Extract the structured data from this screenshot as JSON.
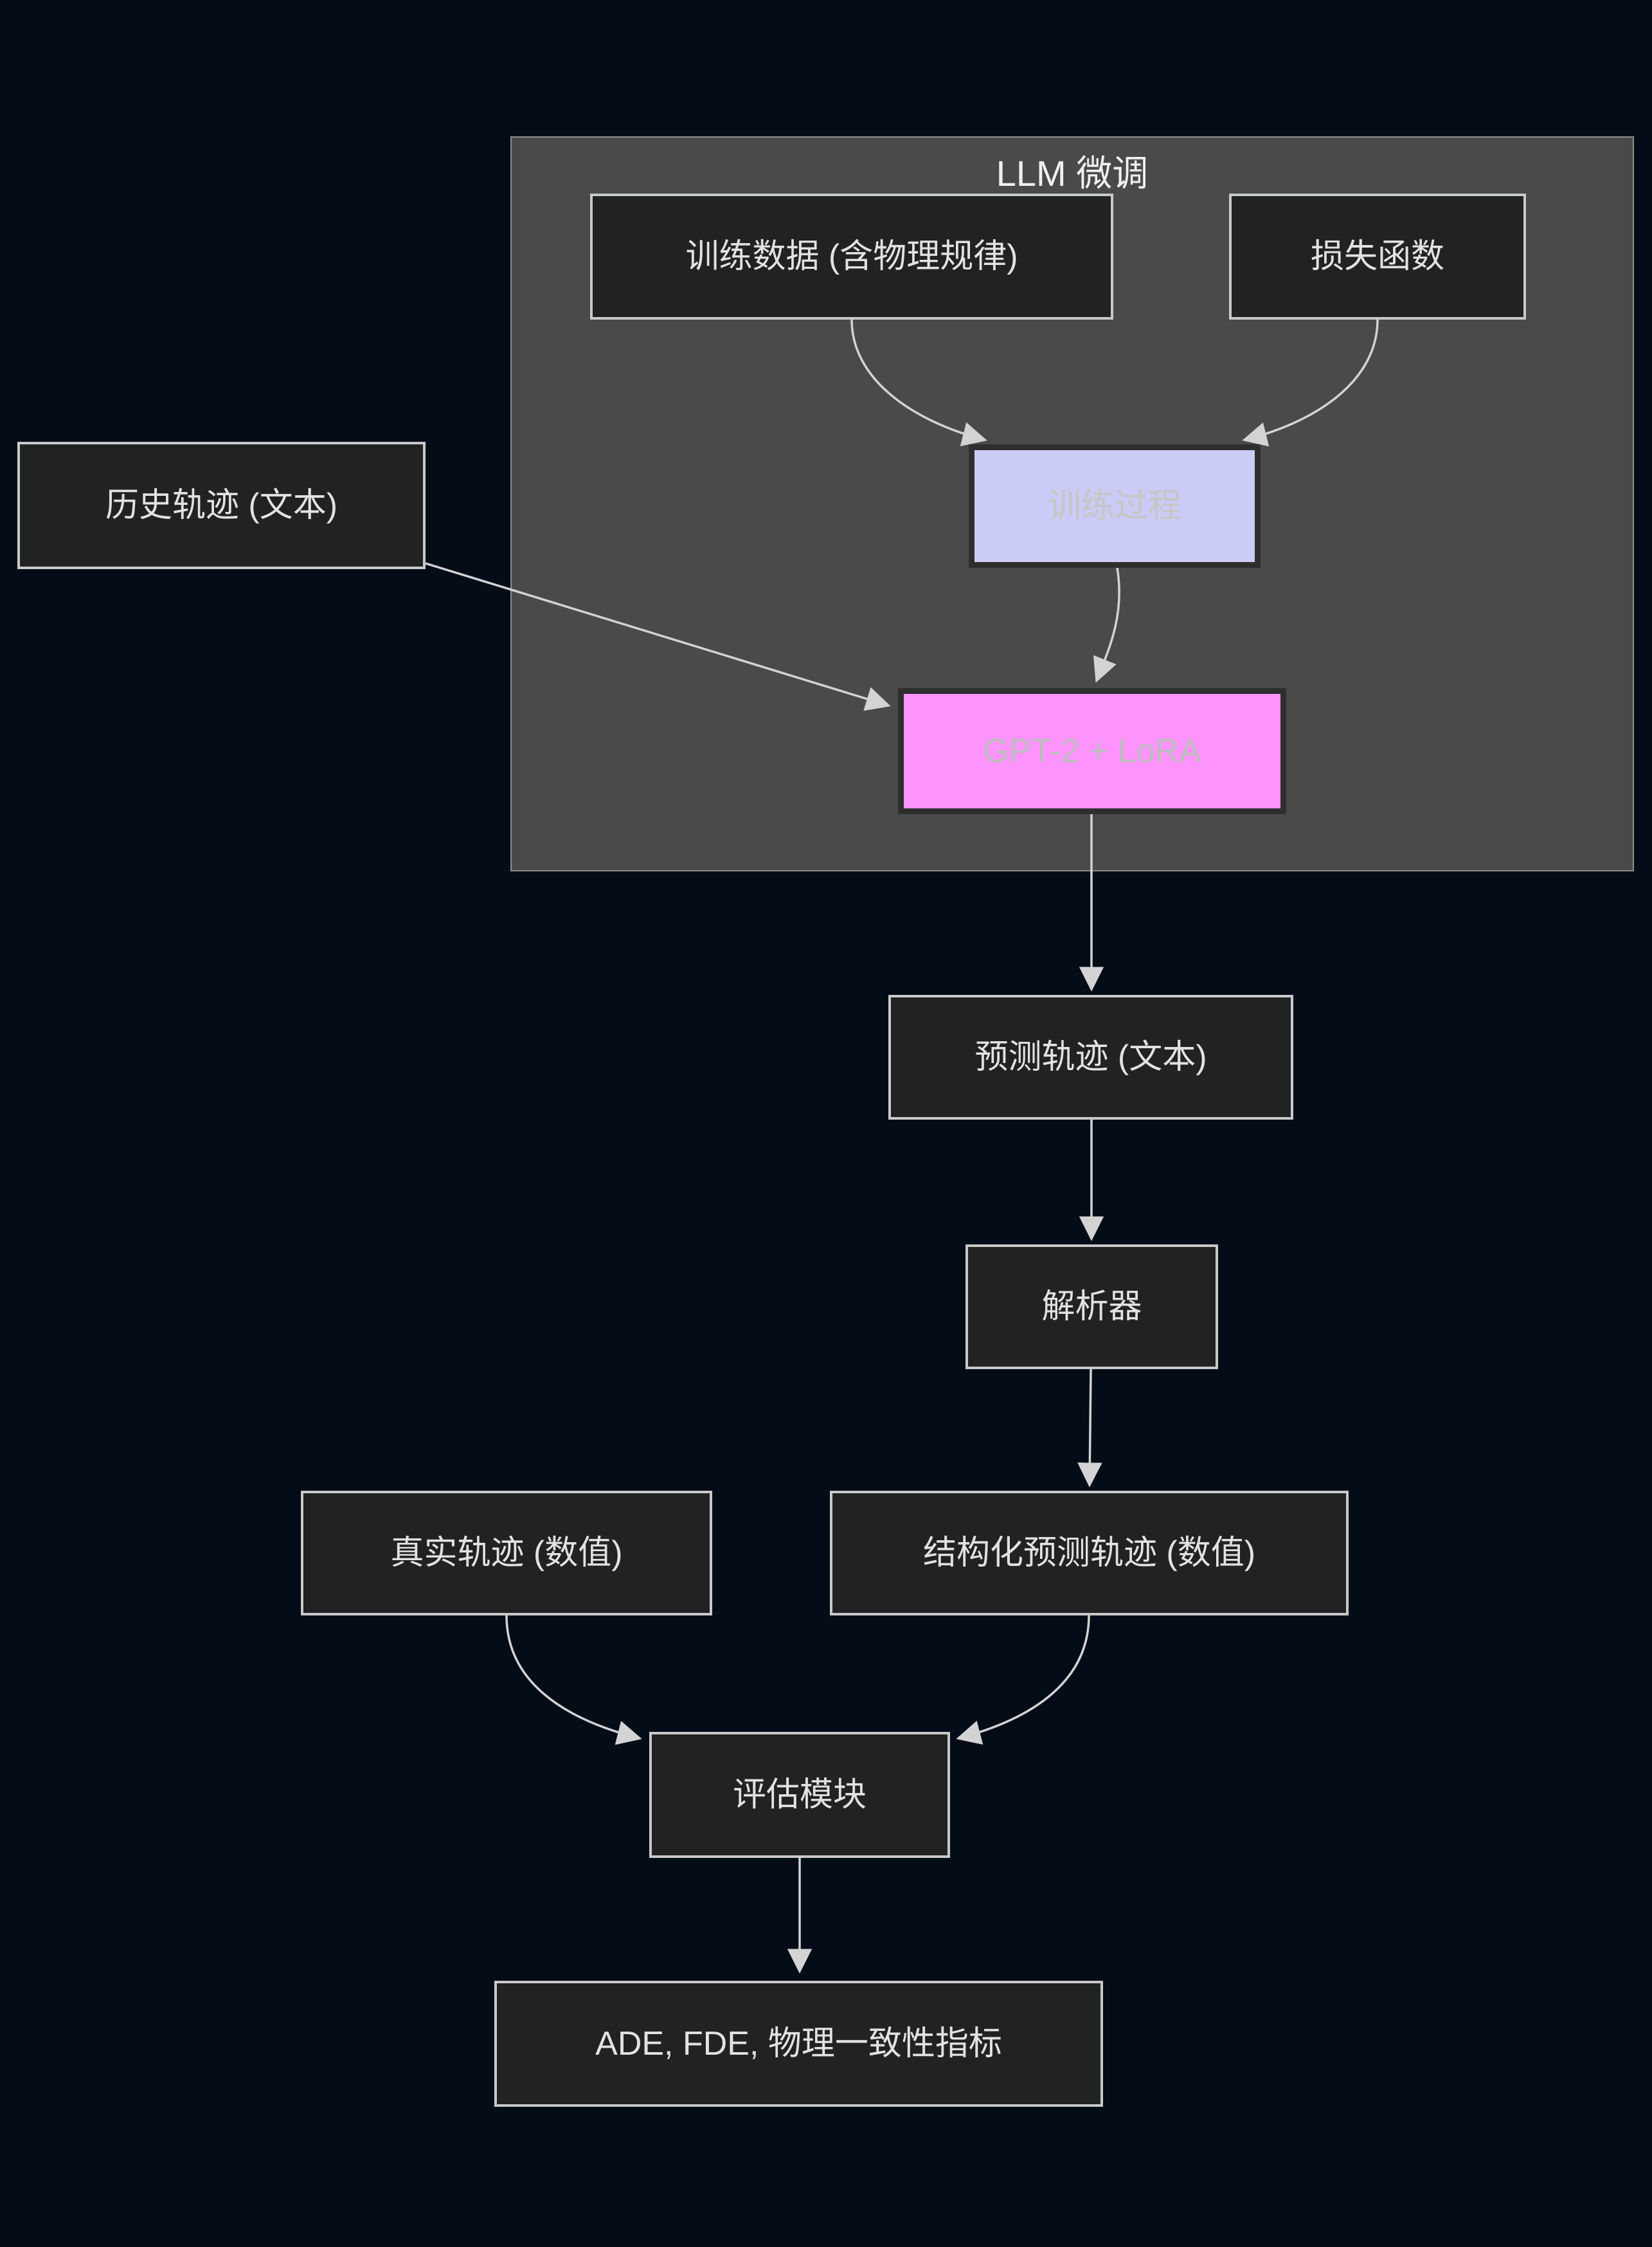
{
  "diagram": {
    "cluster": {
      "label": "LLM 微调"
    },
    "nodes": {
      "training_data": {
        "label": "训练数据 (含物理规律)"
      },
      "loss_function": {
        "label": "损失函数"
      },
      "training_process": {
        "label": "训练过程",
        "fill": "#cbcbf7"
      },
      "history_trajectory": {
        "label": "历史轨迹 (文本)"
      },
      "gpt2_lora": {
        "label": "GPT-2 + LoRA",
        "fill": "#ff94ff"
      },
      "predicted_trajectory": {
        "label": "预测轨迹 (文本)"
      },
      "parser": {
        "label": "解析器"
      },
      "ground_truth": {
        "label": "真实轨迹 (数值)"
      },
      "structured_prediction": {
        "label": "结构化预测轨迹 (数值)"
      },
      "evaluation_module": {
        "label": "评估模块"
      },
      "metrics": {
        "label": "ADE, FDE, 物理一致性指标"
      }
    },
    "colors": {
      "background": "#040c18",
      "cluster_fill": "#4a4a4a",
      "cluster_border": "#8f8f8f",
      "node_fill": "#202322",
      "node_border": "#c9c9c9",
      "node_text": "#e2e2e2",
      "edge": "#d3d3d3",
      "accent_lavender": "#cbcbf7",
      "accent_pink": "#ff94ff",
      "accent_border": "#2e2e2e"
    }
  }
}
